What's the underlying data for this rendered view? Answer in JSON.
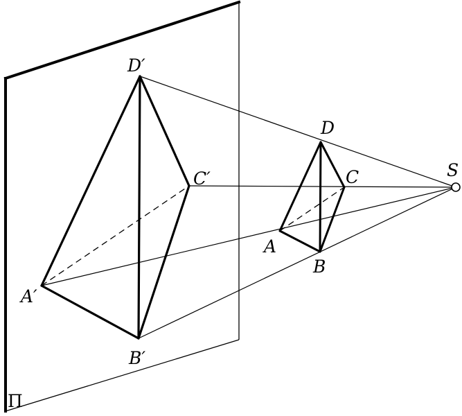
{
  "labels": {
    "plane": "Π",
    "A_prime": "A′",
    "B_prime": "B′",
    "C_prime": "C′",
    "D_prime": "D′",
    "A": "A",
    "B": "B",
    "C": "C",
    "D": "D",
    "S": "S"
  }
}
